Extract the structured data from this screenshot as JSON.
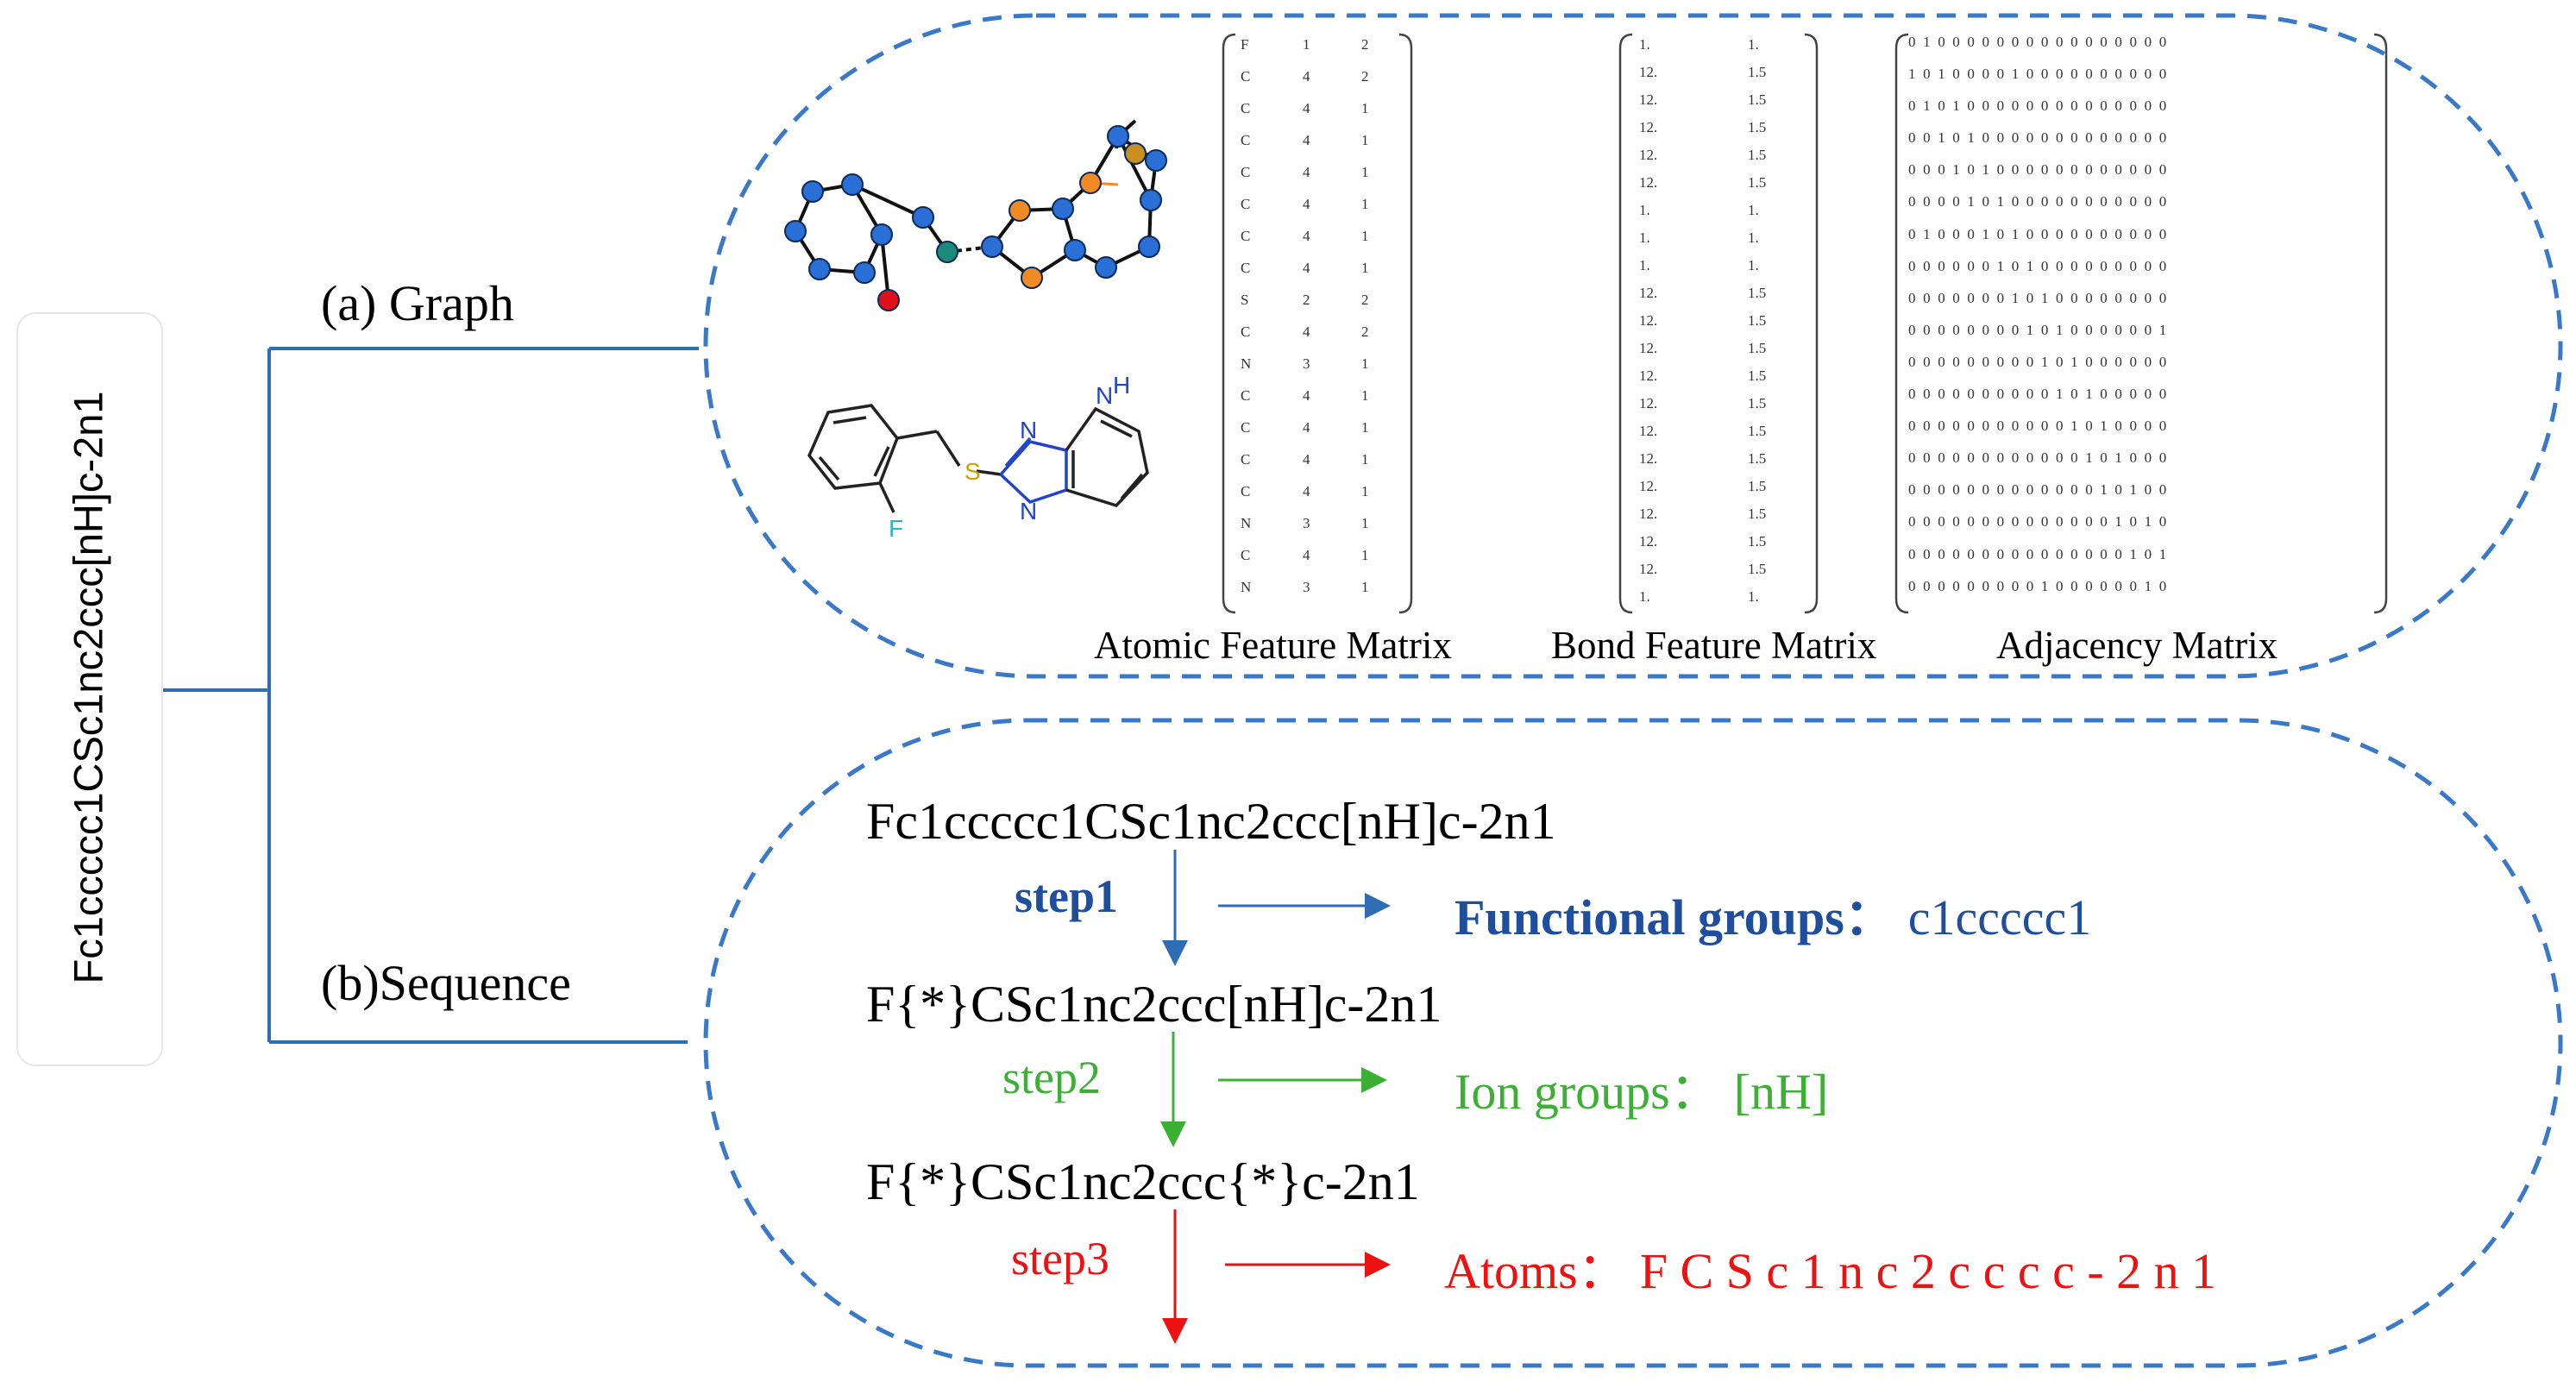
{
  "root": {
    "smiles": "Fc1ccccc1CSc1nc2ccc[nH]c-2n1"
  },
  "graph": {
    "label": "(a) Graph",
    "atom_labels": {
      "nh": "N",
      "nh_h": "H",
      "n1": "N",
      "n2": "N",
      "s": "S",
      "f": "F"
    },
    "atomic_matrix": {
      "label": "Atomic Feature Matrix",
      "rows": [
        [
          "F",
          "1",
          "2"
        ],
        [
          "C",
          "4",
          "2"
        ],
        [
          "C",
          "4",
          "1"
        ],
        [
          "C",
          "4",
          "1"
        ],
        [
          "C",
          "4",
          "1"
        ],
        [
          "C",
          "4",
          "1"
        ],
        [
          "C",
          "4",
          "1"
        ],
        [
          "C",
          "4",
          "1"
        ],
        [
          "S",
          "2",
          "2"
        ],
        [
          "C",
          "4",
          "2"
        ],
        [
          "N",
          "3",
          "1"
        ],
        [
          "C",
          "4",
          "1"
        ],
        [
          "C",
          "4",
          "1"
        ],
        [
          "C",
          "4",
          "1"
        ],
        [
          "C",
          "4",
          "1"
        ],
        [
          "N",
          "3",
          "1"
        ],
        [
          "C",
          "4",
          "1"
        ],
        [
          "N",
          "3",
          "1"
        ]
      ]
    },
    "bond_matrix": {
      "label": "Bond Feature Matrix",
      "rows": [
        [
          "1.",
          "1."
        ],
        [
          "12.",
          "1.5"
        ],
        [
          "12.",
          "1.5"
        ],
        [
          "12.",
          "1.5"
        ],
        [
          "12.",
          "1.5"
        ],
        [
          "12.",
          "1.5"
        ],
        [
          "1.",
          "1."
        ],
        [
          "1.",
          "1."
        ],
        [
          "1.",
          "1."
        ],
        [
          "12.",
          "1.5"
        ],
        [
          "12.",
          "1.5"
        ],
        [
          "12.",
          "1.5"
        ],
        [
          "12.",
          "1.5"
        ],
        [
          "12.",
          "1.5"
        ],
        [
          "12.",
          "1.5"
        ],
        [
          "12.",
          "1.5"
        ],
        [
          "12.",
          "1.5"
        ],
        [
          "12.",
          "1.5"
        ],
        [
          "12.",
          "1.5"
        ],
        [
          "12.",
          "1.5"
        ],
        [
          "1.",
          "1."
        ]
      ]
    },
    "adjacency_matrix": {
      "label": "Adjacency Matrix",
      "rows": [
        "0 1 0 0 0 0 0 0 0 0 0 0 0 0 0 0 0 0",
        "1 0 1 0 0 0 0 1 0 0 0 0 0 0 0 0 0 0",
        "0 1 0 1 0 0 0 0 0 0 0 0 0 0 0 0 0 0",
        "0 0 1 0 1 0 0 0 0 0 0 0 0 0 0 0 0 0",
        "0 0 0 1 0 1 0 0 0 0 0 0 0 0 0 0 0 0",
        "0 0 0 0 1 0 1 0 0 0 0 0 0 0 0 0 0 0",
        "0 1 0 0 0 1 0 1 0 0 0 0 0 0 0 0 0 0",
        "0 0 0 0 0 0 1 0 1 0 0 0 0 0 0 0 0 0",
        "0 0 0 0 0 0 0 1 0 1 0 0 0 0 0 0 0 0",
        "0 0 0 0 0 0 0 0 1 0 1 0 0 0 0 0 0 1",
        "0 0 0 0 0 0 0 0 0 1 0 1 0 0 0 0 0 0",
        "0 0 0 0 0 0 0 0 0 0 1 0 1 0 0 0 0 0",
        "0 0 0 0 0 0 0 0 0 0 0 1 0 1 0 0 0 0",
        "0 0 0 0 0 0 0 0 0 0 0 0 1 0 1 0 0 0",
        "0 0 0 0 0 0 0 0 0 0 0 0 0 1 0 1 0 0",
        "0 0 0 0 0 0 0 0 0 0 0 0 0 0 1 0 1 0",
        "0 0 0 0 0 0 0 0 0 0 0 0 0 0 0 1 0 1",
        "0 0 0 0 0 0 0 0 0 1 0 0 0 0 0 0 1 0"
      ]
    }
  },
  "sequence": {
    "label": "(b)Sequence",
    "line1": "Fc1ccccc1CSc1nc2ccc[nH]c-2n1",
    "line2": "F{*}CSc1nc2ccc[nH]c-2n1",
    "line3": "F{*}CSc1nc2ccc{*}c-2n1",
    "steps": [
      {
        "label": "step1",
        "result": "Functional groups：",
        "value": "c1ccccc1",
        "color": "#1f4e9c"
      },
      {
        "label": "step2",
        "result": "Ion groups：",
        "value": "[nH]",
        "color": "#3cb034"
      },
      {
        "label": "step3",
        "result": "Atoms：",
        "value": "F C S c 1 n c 2 c c c c - 2 n 1",
        "color": "#ee1111"
      }
    ]
  },
  "colors": {
    "tree_line": "#2e6db4",
    "dash": "#3a78c8",
    "node_blue": "#2a6fd6",
    "node_orange": "#f08a24",
    "node_teal": "#1b8a78",
    "node_red": "#e0101a",
    "node_gold": "#c9901f"
  }
}
